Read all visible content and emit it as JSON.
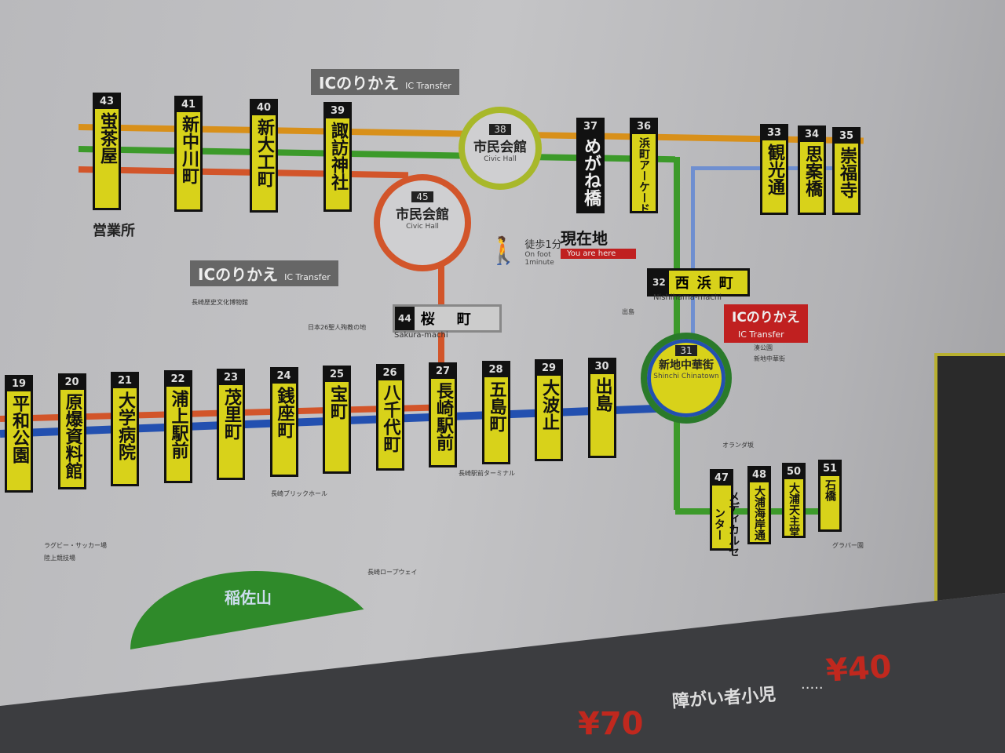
{
  "colors": {
    "orange": "#d8901a",
    "green": "#3c9a2a",
    "red": "#d2552a",
    "blue": "#2350b0",
    "lightblue": "#6f8fd0",
    "station": "#d8d21a"
  },
  "top_row": [
    {
      "no": "43",
      "name": "蛍茶屋"
    },
    {
      "no": "41",
      "name": "新中川町"
    },
    {
      "no": "40",
      "name": "新大工町"
    },
    {
      "no": "39",
      "name": "諏訪神社"
    }
  ],
  "depot": "営業所",
  "hub38": {
    "no": "38",
    "name": "市民会館",
    "en": "Civic Hall"
  },
  "hub45": {
    "no": "45",
    "name": "市民会館",
    "en": "Civic Hall"
  },
  "east_row": [
    {
      "no": "37",
      "name": "めがね橋"
    },
    {
      "no": "36",
      "name": "浜町アーケード"
    },
    {
      "no": "33",
      "name": "観光通"
    },
    {
      "no": "34",
      "name": "思案橋"
    },
    {
      "no": "35",
      "name": "崇福寺"
    }
  ],
  "st32": {
    "no": "32",
    "name": "西浜町",
    "en": "Nishihama-machi"
  },
  "st44": {
    "no": "44",
    "name": "桜町",
    "en": "Sakura-machi"
  },
  "hub31": {
    "no": "31",
    "name": "新地中華街",
    "en": "Shinchi Chinatown"
  },
  "bottom_row": [
    {
      "no": "19",
      "name": "平和公園"
    },
    {
      "no": "20",
      "name": "原爆資料館"
    },
    {
      "no": "21",
      "name": "大学病院"
    },
    {
      "no": "22",
      "name": "浦上駅前"
    },
    {
      "no": "23",
      "name": "茂里町"
    },
    {
      "no": "24",
      "name": "銭座町"
    },
    {
      "no": "25",
      "name": "宝町"
    },
    {
      "no": "26",
      "name": "八千代町"
    },
    {
      "no": "27",
      "name": "長崎駅前"
    },
    {
      "no": "28",
      "name": "五島町"
    },
    {
      "no": "29",
      "name": "大波止"
    },
    {
      "no": "30",
      "name": "出島"
    }
  ],
  "south_row": [
    {
      "no": "47",
      "name": "メディカルセンター"
    },
    {
      "no": "48",
      "name": "大浦海岸通"
    },
    {
      "no": "50",
      "name": "大浦天主堂"
    },
    {
      "no": "51",
      "name": "石橋"
    }
  ],
  "transfer": {
    "jp": "ICのりかえ",
    "en": "IC Transfer"
  },
  "here": {
    "jp": "現在地",
    "en": "You are here"
  },
  "walk": {
    "jp": "徒歩1分",
    "en": "On foot 1minute"
  },
  "mountain": "稲佐山",
  "landmarks": {
    "l1": "長崎駅前ターミナル",
    "l2": "長崎ブリックホール",
    "l3": "長崎ロープウェイ",
    "l4": "ラグビー・サッカー場",
    "l5": "陸上競技場",
    "l6": "長崎歴史文化博物館",
    "l7": "日本26聖人殉教の地",
    "l8": "出島",
    "l9": "湊公園",
    "l10": "新地中華街",
    "l11": "グラバー園",
    "l12": "オランダ坂"
  },
  "fares": {
    "child_label": "障がい者小児",
    "child_price": "¥40",
    "adult_price": "¥70",
    "dots": "....."
  }
}
